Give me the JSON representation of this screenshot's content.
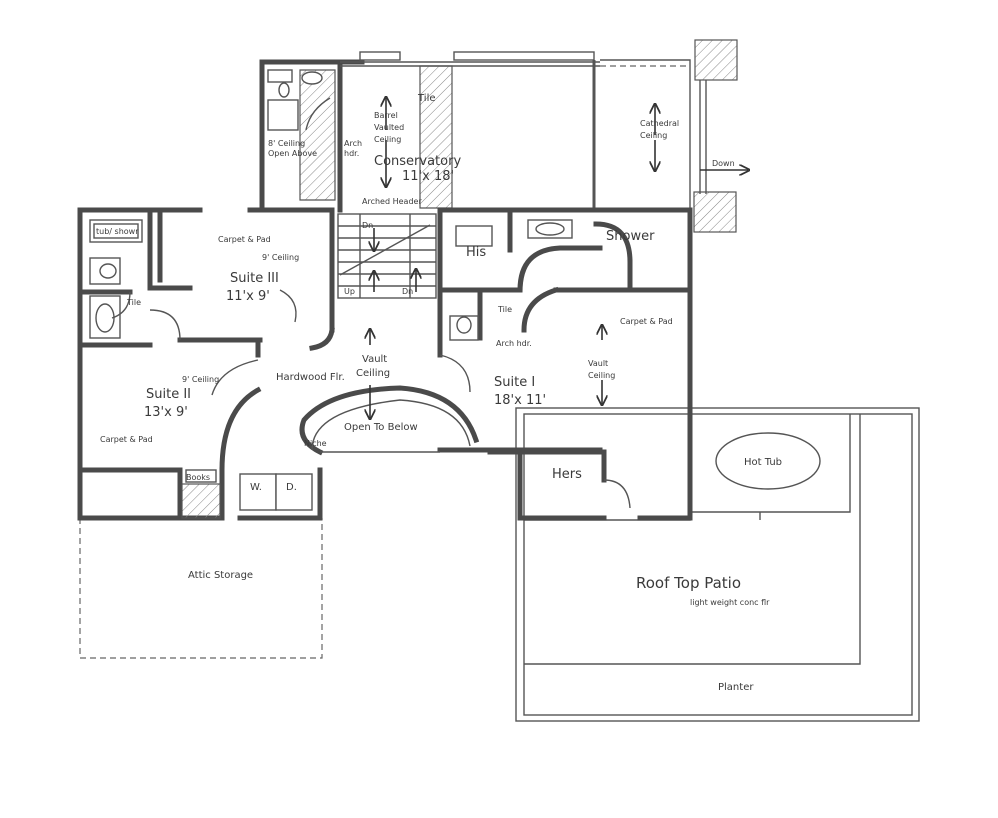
{
  "labels": {
    "tile_conservatory": "Tile",
    "barrel_1": "Barrel",
    "barrel_2": "Vaulted",
    "barrel_3": "Ceiling",
    "conservatory_name": "Conservatory",
    "conservatory_size": "11'x 18'",
    "cathedral_1": "Cathedral",
    "cathedral_2": "Ceiling",
    "down": "Down",
    "ceiling8_1": "8' Ceiling",
    "ceiling8_2": "Open Above",
    "arch_hdr_1": "Arch",
    "arch_hdr_2": "hdr.",
    "arched_header": "Arched Header",
    "tub_shower": "tub/ showr",
    "carpet_pad_3": "Carpet & Pad",
    "ceiling9_3": "9' Ceiling",
    "suite3_name": "Suite III",
    "suite3_size": "11'x 9'",
    "tile_bath3": "Tile",
    "dn_1": "Dn",
    "dn_2": "Dn",
    "dn_3": "Dn",
    "up": "Up",
    "his": "His",
    "shower": "Shower",
    "tile_bath1": "Tile",
    "arch_hdr_bath": "Arch hdr.",
    "carpet_pad_1": "Carpet & Pad",
    "vault_1_a": "Vault",
    "vault_1_b": "Ceiling",
    "ceiling9_2": "9' Ceiling",
    "suite2_name": "Suite II",
    "suite2_size": "13'x 9'",
    "hardwood": "Hardwood Flr.",
    "vault_hall_a": "Vault",
    "vault_hall_b": "Ceiling",
    "suite1_name": "Suite I",
    "suite1_size": "18'x 11'",
    "open_below": "Open To Below",
    "niche": "Niche",
    "carpet_pad_2": "Carpet & Pad",
    "books": "Books",
    "washer": "W.",
    "dryer": "D.",
    "hers": "Hers",
    "hot_tub": "Hot Tub",
    "attic": "Attic Storage",
    "roof_patio": "Roof Top Patio",
    "roof_patio_sub": "light weight conc flr",
    "planter": "Planter"
  }
}
